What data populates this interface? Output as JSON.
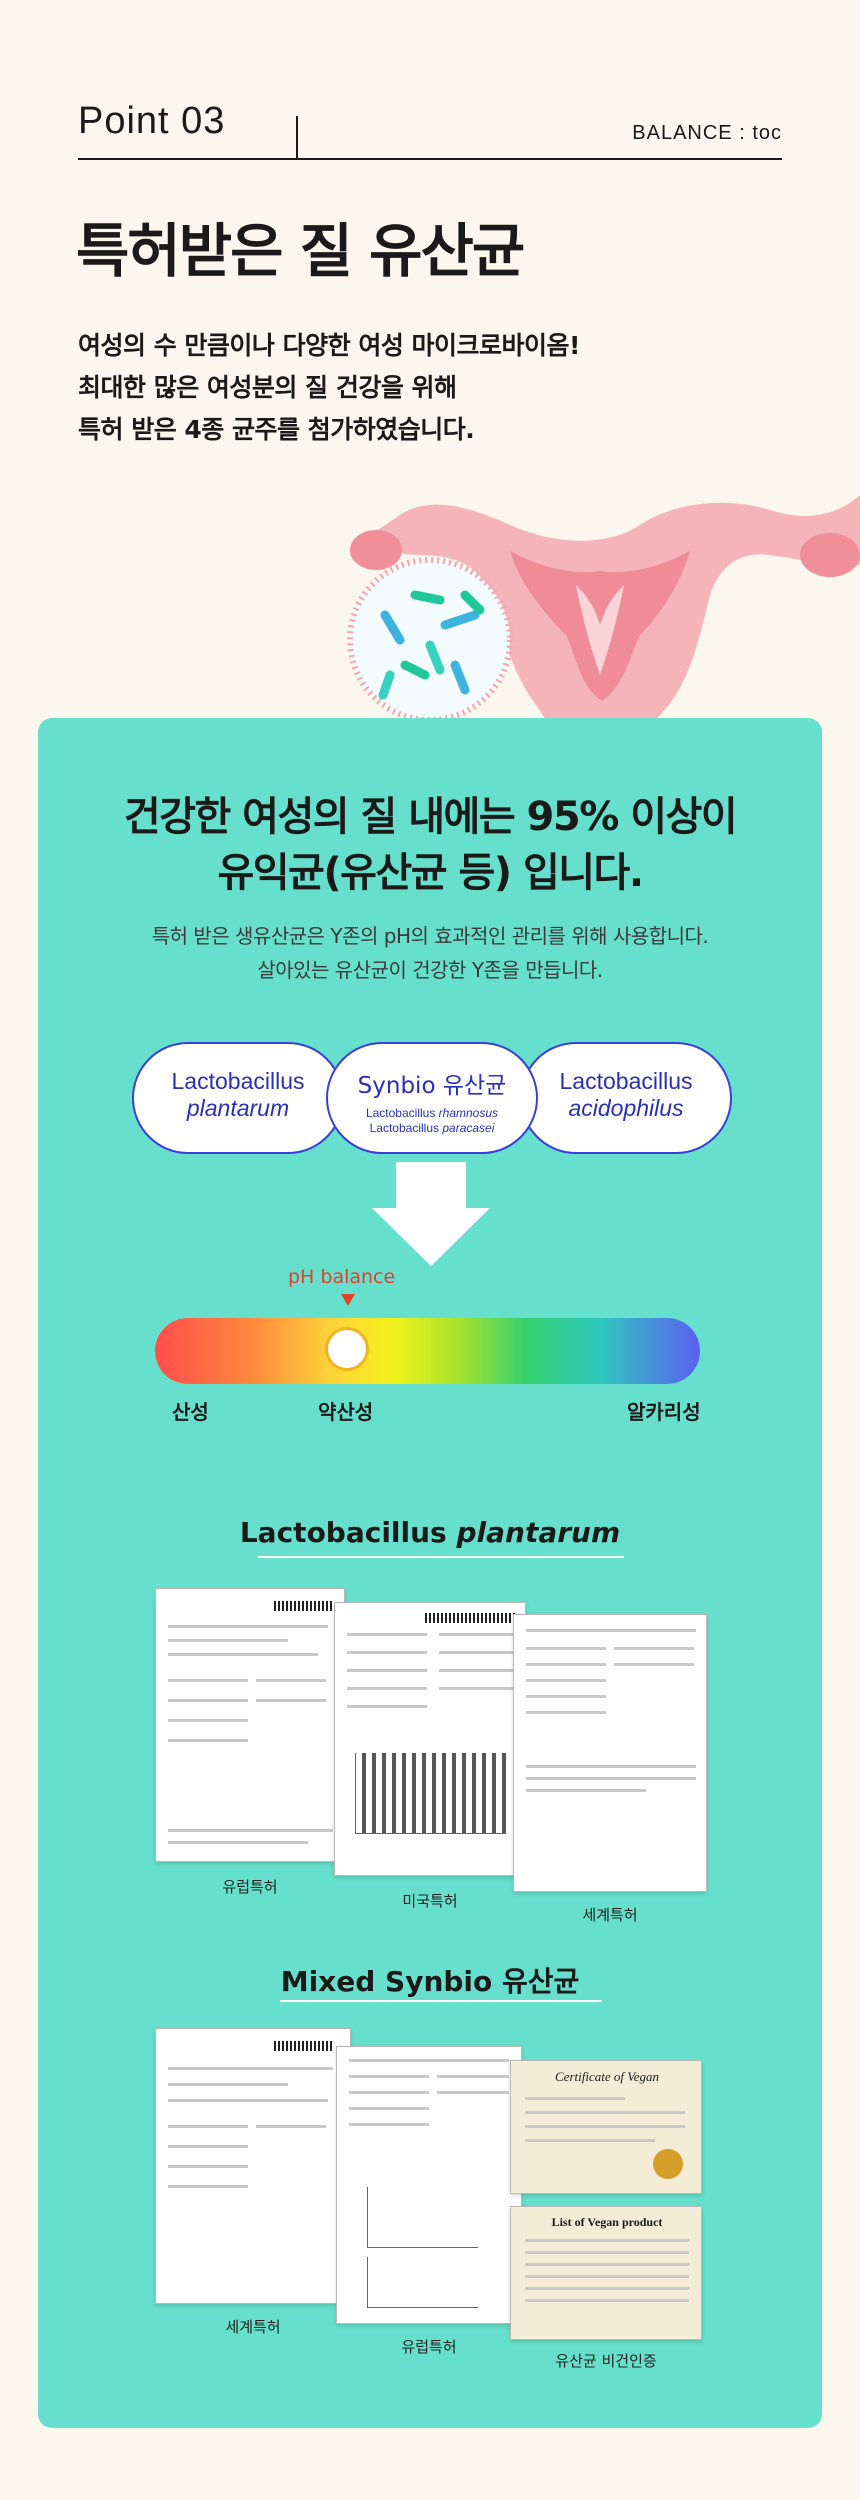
{
  "header": {
    "point": "Point 03",
    "brand": "BALANCE : toc"
  },
  "title": "특허받은 질 유산균",
  "intro": [
    "여성의 수 만큼이나 다양한 여성 마이크로바이옴!",
    "최대한 많은 여성분의 질 건강을 위해",
    "특허 받은 4종 균주를 첨가하였습니다."
  ],
  "panel": {
    "heading": [
      "건강한 여성의 질 내에는 95% 이상이",
      "유익균(유산균 등) 입니다."
    ],
    "sub": [
      "특허 받은 생유산균은 Y존의 pH의 효과적인 관리를 위해 사용합니다.",
      "살아있는 유산균이 건강한 Y존을 만듭니다."
    ],
    "strains": {
      "left": {
        "genus": "Lactobacillus",
        "species": "plantarum"
      },
      "middle": {
        "name": "Synbio 유산균",
        "line1_genus": "Lactobacillus",
        "line1_species": "rhamnosus",
        "line2_genus": "Lactobacillus",
        "line2_species": "paracasei"
      },
      "right": {
        "genus": "Lactobacillus",
        "species": "acidophilus"
      }
    },
    "ph": {
      "marker_label": "pH balance",
      "acid": "산성",
      "weak_acid": "약산성",
      "alkaline": "알카리성"
    },
    "patents1": {
      "title_plain": "Lactobacillus ",
      "title_italic": "plantarum",
      "captions": [
        "유럽특허",
        "미국특허",
        "세계특허"
      ]
    },
    "patents2": {
      "title": "Mixed Synbio 유산균",
      "captions": [
        "세계특허",
        "유럽특허",
        "유산균 비건인증"
      ],
      "vegan_cert_title": "Certificate of Vegan",
      "vegan_list_title": "List of Vegan product"
    }
  },
  "colors": {
    "background": "#fbf7ee",
    "panel": "#66e0cc",
    "strain_text": "#2a2fb8",
    "ph_marker": "#e0412f"
  }
}
